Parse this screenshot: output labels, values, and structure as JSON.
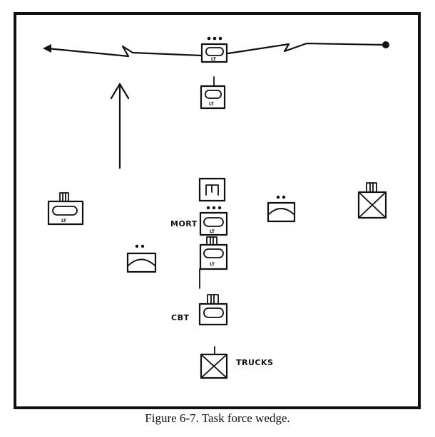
{
  "figure": {
    "caption": "Figure 6-7.  Task force wedge."
  },
  "labels": {
    "mortar": "MORT",
    "combat_trains": "CBT",
    "trucks": "TRUCKS",
    "unit_marking": "LT"
  },
  "colors": {
    "ink": "#111111",
    "paper": "#ffffff"
  },
  "icons": {
    "tank_platoon": "tank-platoon-symbol",
    "mech_infantry": "mech-infantry-symbol",
    "armor_cavalry": "armor-cavalry-symbol",
    "headquarters": "headquarters-symbol",
    "trucks": "supply-trucks-symbol",
    "direction": "movement-arrow"
  }
}
